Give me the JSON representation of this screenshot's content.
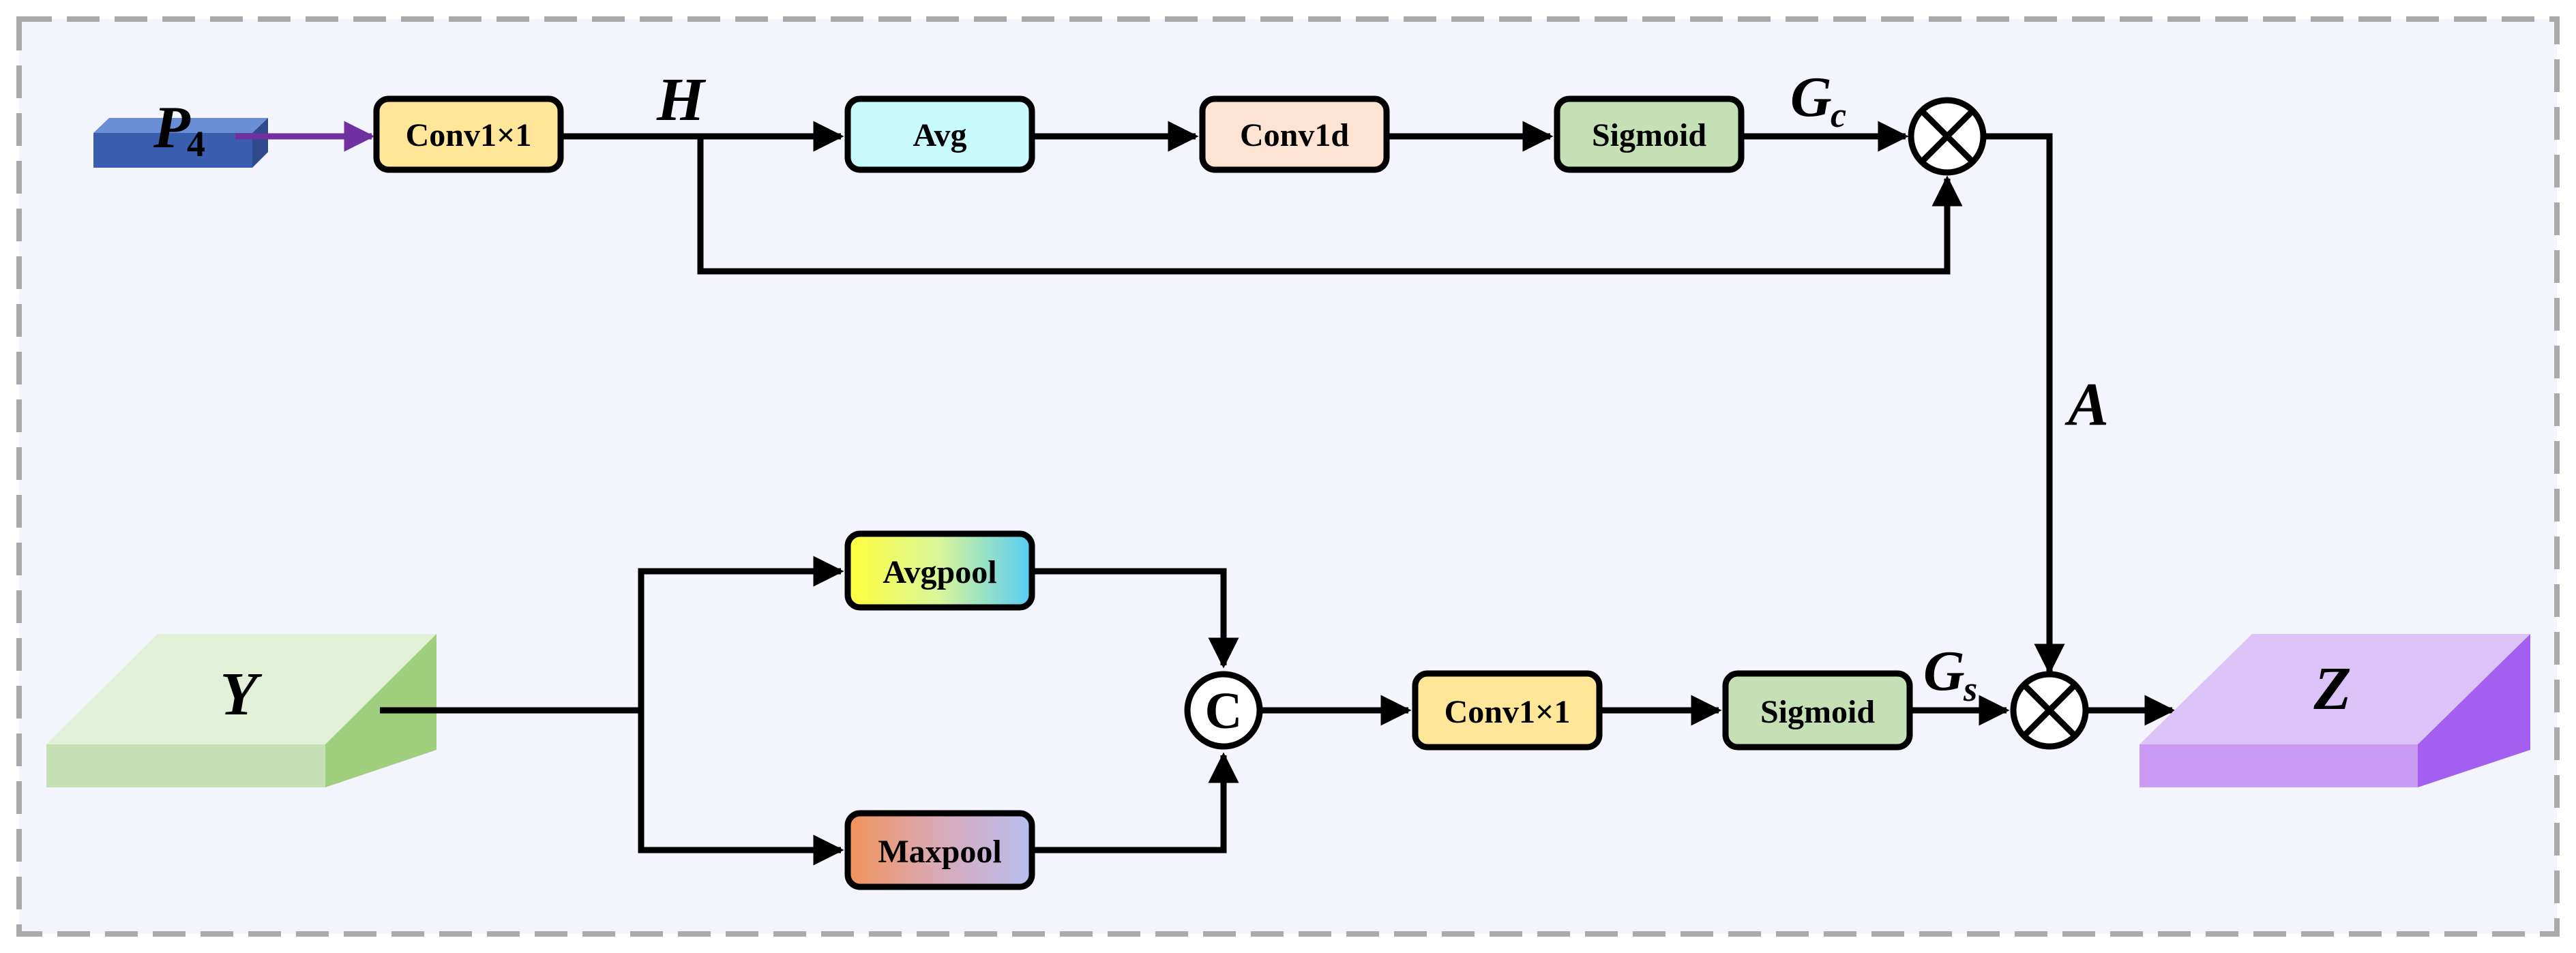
{
  "diagram": {
    "colors": {
      "panel_bg": "#f4f5fc",
      "border_dash": "#aaaaaa",
      "line": "#000000",
      "purple_arrow": "#7030a0",
      "conv1x1_fill": "#ffe699",
      "avg_fill": "#c9fbfd",
      "conv1d_fill": "#fde3d2",
      "sigmoid_fill": "#c5e0b4",
      "tensor_p4": "#4a72c4",
      "tensor_y": "#d7ecc9",
      "tensor_z": "#dcc3f7"
    },
    "tensors": {
      "p4": {
        "base": "P",
        "sub": "4"
      },
      "y": {
        "label": "Y"
      },
      "z": {
        "label": "Z"
      }
    },
    "top_branch": {
      "conv1x1": "Conv1×1",
      "avg": "Avg",
      "conv1d": "Conv1d",
      "sigmoid": "Sigmoid"
    },
    "bottom_branch": {
      "avgpool": "Avgpool",
      "maxpool": "Maxpool",
      "concat": "C",
      "conv1x1": "Conv1×1",
      "sigmoid": "Sigmoid"
    },
    "labels": {
      "h": "H",
      "gc_base": "G",
      "gc_sub": "c",
      "gs_base": "G",
      "gs_sub": "s",
      "a": "A"
    }
  }
}
